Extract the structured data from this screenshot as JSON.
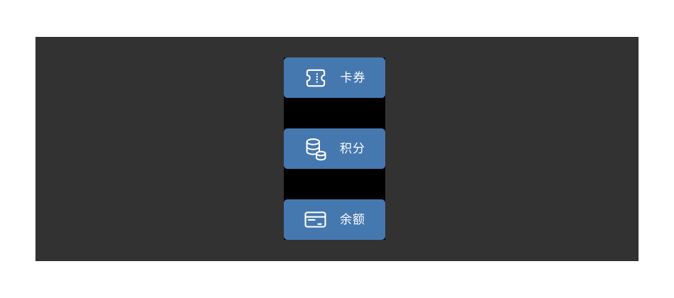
{
  "page": {
    "background": "#ffffff"
  },
  "overlay": {
    "background": "#323233"
  },
  "menu": {
    "accent_color": "#4678b0",
    "separator_color": "#000000",
    "text_color": "#ffffff",
    "items": [
      {
        "label": "卡券",
        "icon": "ticket-icon"
      },
      {
        "label": "积分",
        "icon": "coins-icon"
      },
      {
        "label": "余额",
        "icon": "bank-card-icon"
      }
    ]
  }
}
